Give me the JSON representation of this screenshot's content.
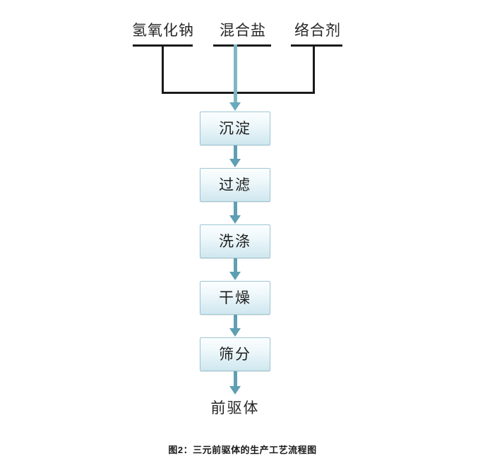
{
  "diagram": {
    "type": "process-flowchart",
    "inputs": [
      {
        "id": "naoh",
        "label": "氢氧化钠"
      },
      {
        "id": "salt",
        "label": "混合盐"
      },
      {
        "id": "agent",
        "label": "络合剂"
      }
    ],
    "steps": [
      {
        "id": "precipitation",
        "label": "沉淀"
      },
      {
        "id": "filtration",
        "label": "过滤"
      },
      {
        "id": "washing",
        "label": "洗涤"
      },
      {
        "id": "drying",
        "label": "干燥"
      },
      {
        "id": "sieving",
        "label": "筛分"
      }
    ],
    "output": {
      "id": "precursor",
      "label": "前驱体"
    },
    "caption": "图2：三元前驱体的生产工艺流程图",
    "colors": {
      "bracket_line": "#1a1a1a",
      "arrow": "#5e9fb2",
      "feed_line": "#7fb6c4",
      "box_border": "#9dc6d4",
      "box_fill_top": "#fbfeff",
      "box_fill_bottom": "#cfe6ee",
      "text": "#1f1f1f",
      "background": "#ffffff"
    }
  }
}
